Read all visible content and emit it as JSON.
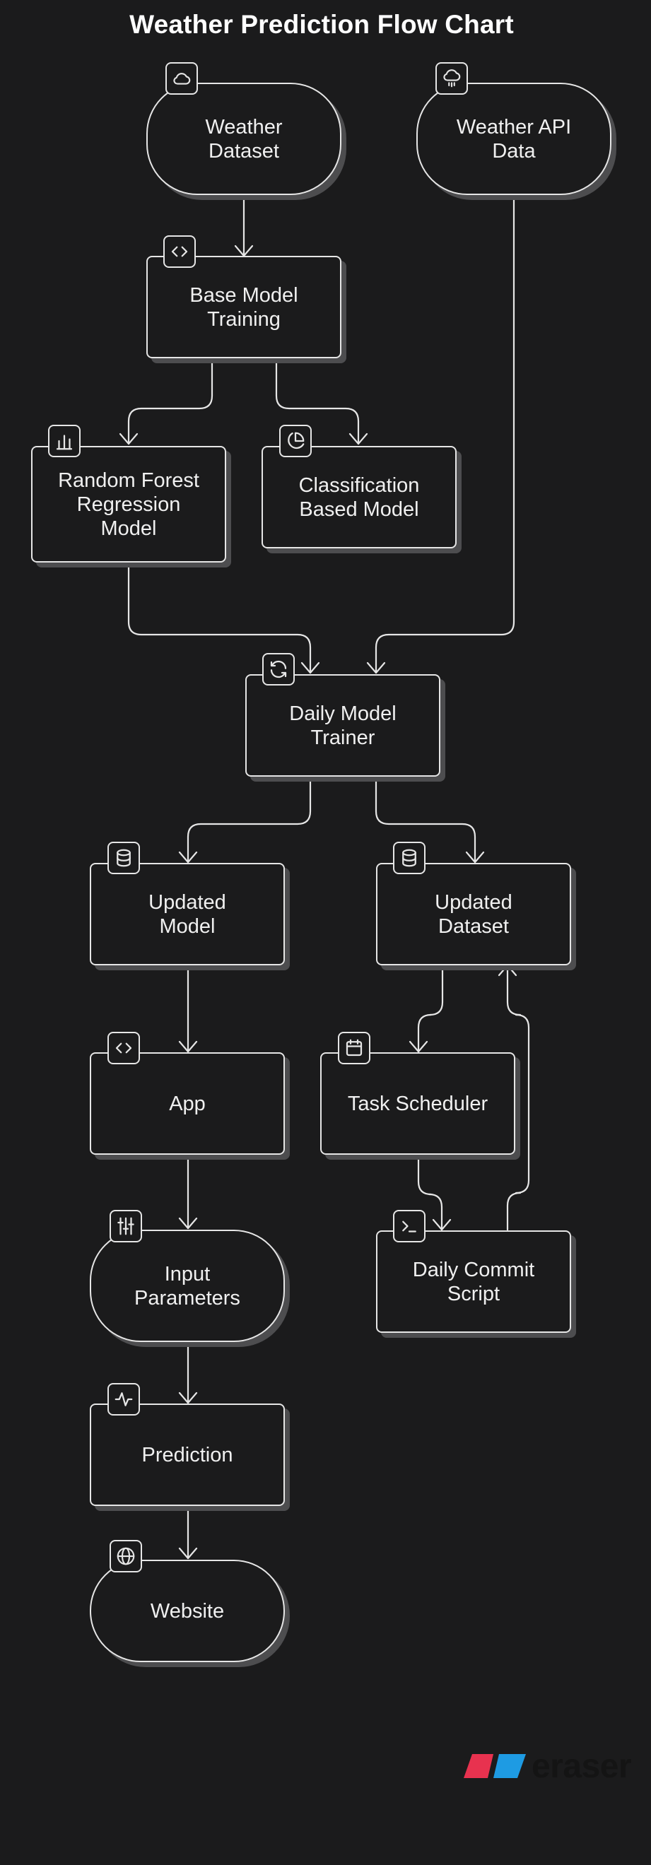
{
  "title": "Weather Prediction Flow Chart",
  "nodes": {
    "weather_dataset": {
      "label": "Weather\nDataset",
      "icon": "cloud-icon"
    },
    "weather_api": {
      "label": "Weather API\nData",
      "icon": "cloud-rain-icon"
    },
    "base_model": {
      "label": "Base Model\nTraining",
      "icon": "code-icon"
    },
    "random_forest": {
      "label": "Random Forest\nRegression\nModel",
      "icon": "bar-chart-icon"
    },
    "classification": {
      "label": "Classification\nBased Model",
      "icon": "pie-chart-icon"
    },
    "daily_trainer": {
      "label": "Daily Model\nTrainer",
      "icon": "refresh-icon"
    },
    "updated_model": {
      "label": "Updated\nModel",
      "icon": "database-icon"
    },
    "updated_dataset": {
      "label": "Updated\nDataset",
      "icon": "database-icon"
    },
    "app": {
      "label": "App",
      "icon": "code-icon"
    },
    "task_scheduler": {
      "label": "Task Scheduler",
      "icon": "calendar-icon"
    },
    "input_parameters": {
      "label": "Input\nParameters",
      "icon": "sliders-icon"
    },
    "daily_commit": {
      "label": "Daily Commit\nScript",
      "icon": "terminal-icon"
    },
    "prediction": {
      "label": "Prediction",
      "icon": "activity-icon"
    },
    "website": {
      "label": "Website",
      "icon": "globe-icon"
    }
  },
  "edges": [
    {
      "from": "Weather Dataset",
      "to": "Base Model Training"
    },
    {
      "from": "Base Model Training",
      "to": "Random Forest Regression Model"
    },
    {
      "from": "Base Model Training",
      "to": "Classification Based Model"
    },
    {
      "from": "Random Forest Regression Model",
      "to": "Daily Model Trainer"
    },
    {
      "from": "Weather API Data",
      "to": "Daily Model Trainer"
    },
    {
      "from": "Daily Model Trainer",
      "to": "Updated Model"
    },
    {
      "from": "Daily Model Trainer",
      "to": "Updated Dataset"
    },
    {
      "from": "Updated Model",
      "to": "App"
    },
    {
      "from": "App",
      "to": "Input Parameters"
    },
    {
      "from": "Input Parameters",
      "to": "Prediction"
    },
    {
      "from": "Prediction",
      "to": "Website"
    },
    {
      "from": "Updated Dataset",
      "to": "Task Scheduler"
    },
    {
      "from": "Task Scheduler",
      "to": "Daily Commit Script"
    },
    {
      "from": "Daily Commit Script",
      "to": "Updated Dataset"
    }
  ],
  "brand": {
    "name": "eraser",
    "colors": {
      "red": "#e8324f",
      "blue": "#1e9be3"
    }
  },
  "colors": {
    "background": "#1b1b1c",
    "stroke": "#e6e6e6",
    "shadow": "#4d4d4f"
  }
}
